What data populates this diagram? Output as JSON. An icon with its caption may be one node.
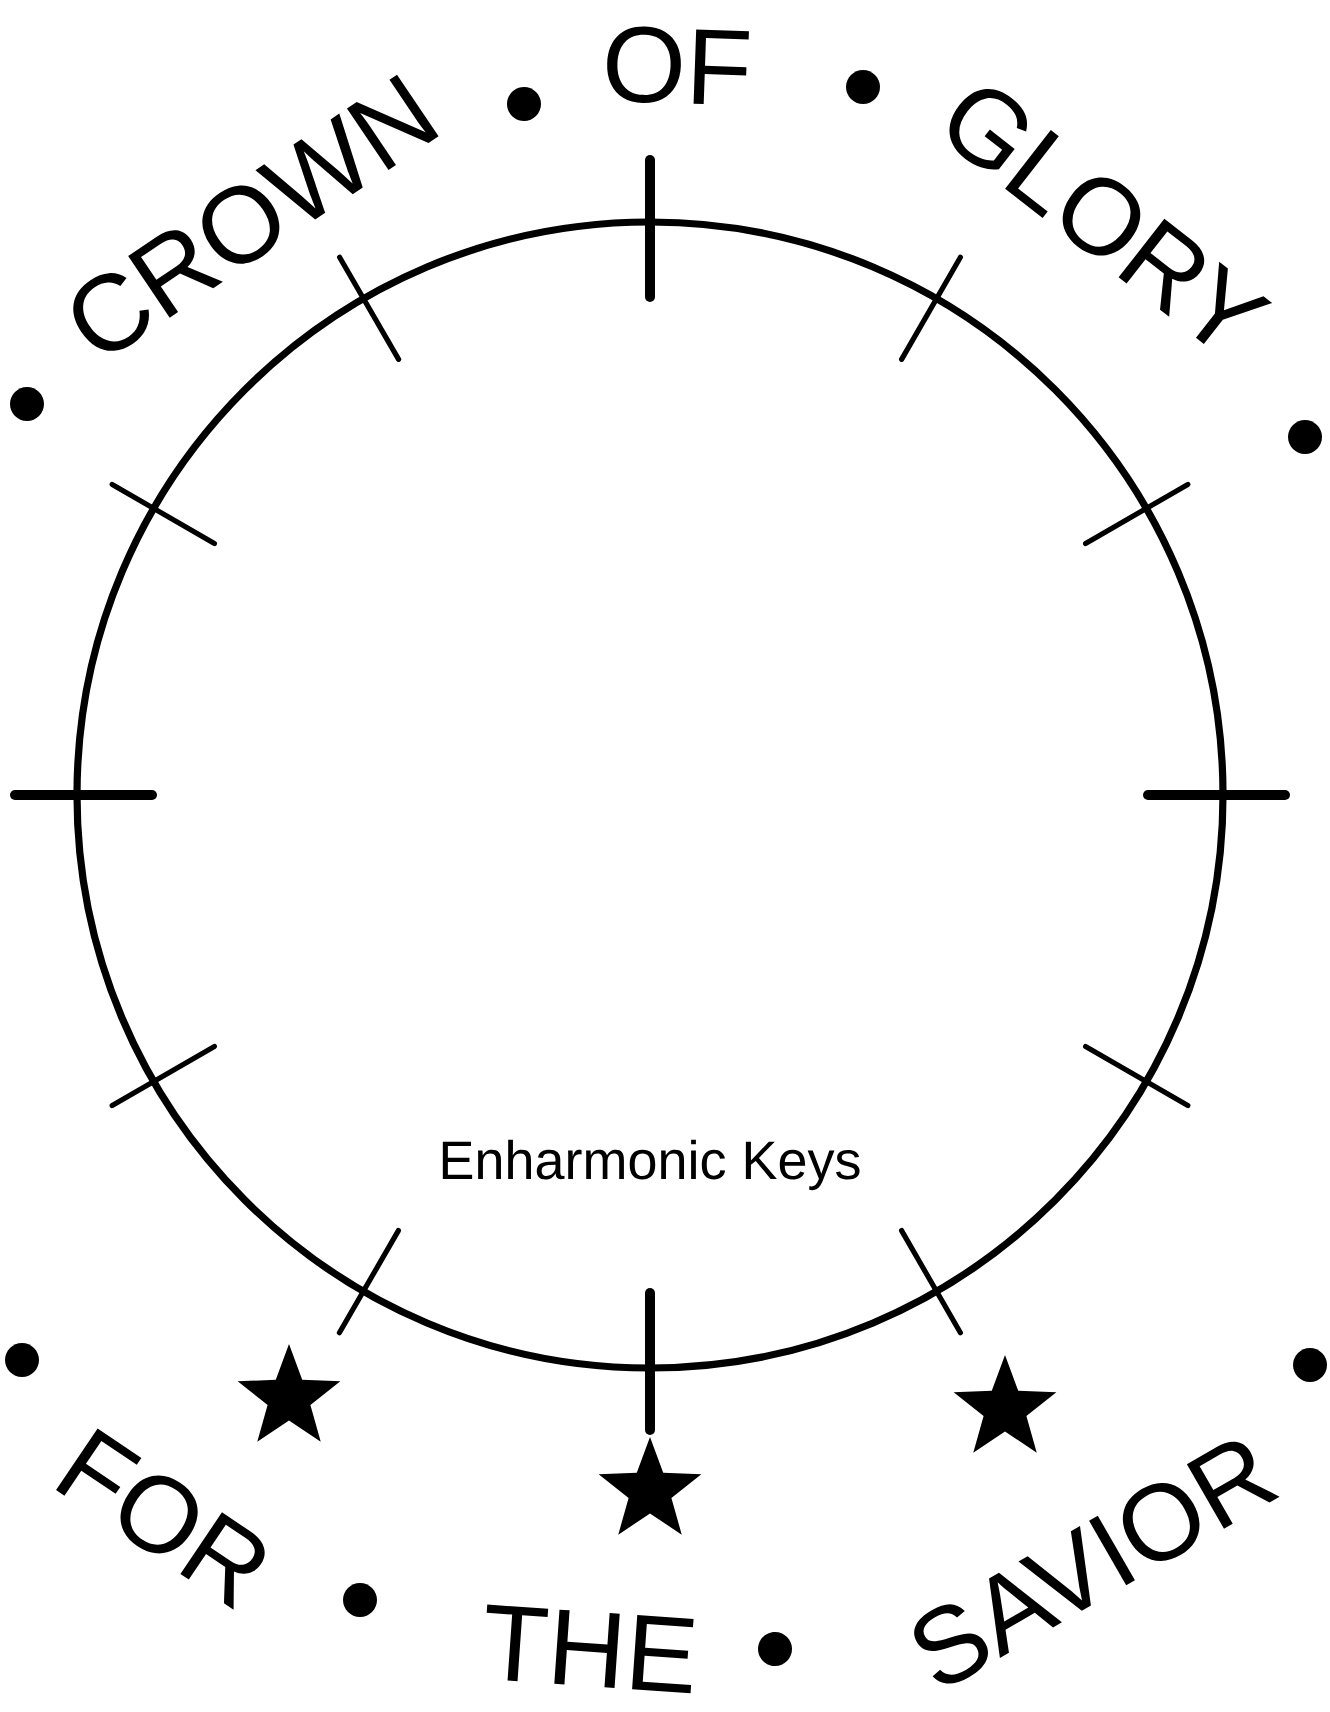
{
  "diagram": {
    "nodes": [
      {
        "text": [
          "Enharmonic Keys"
        ]
      }
    ],
    "labels": [
      "CROWN",
      "OF",
      "GLORY",
      "FOR",
      "THE",
      "SAVIOR"
    ]
  }
}
